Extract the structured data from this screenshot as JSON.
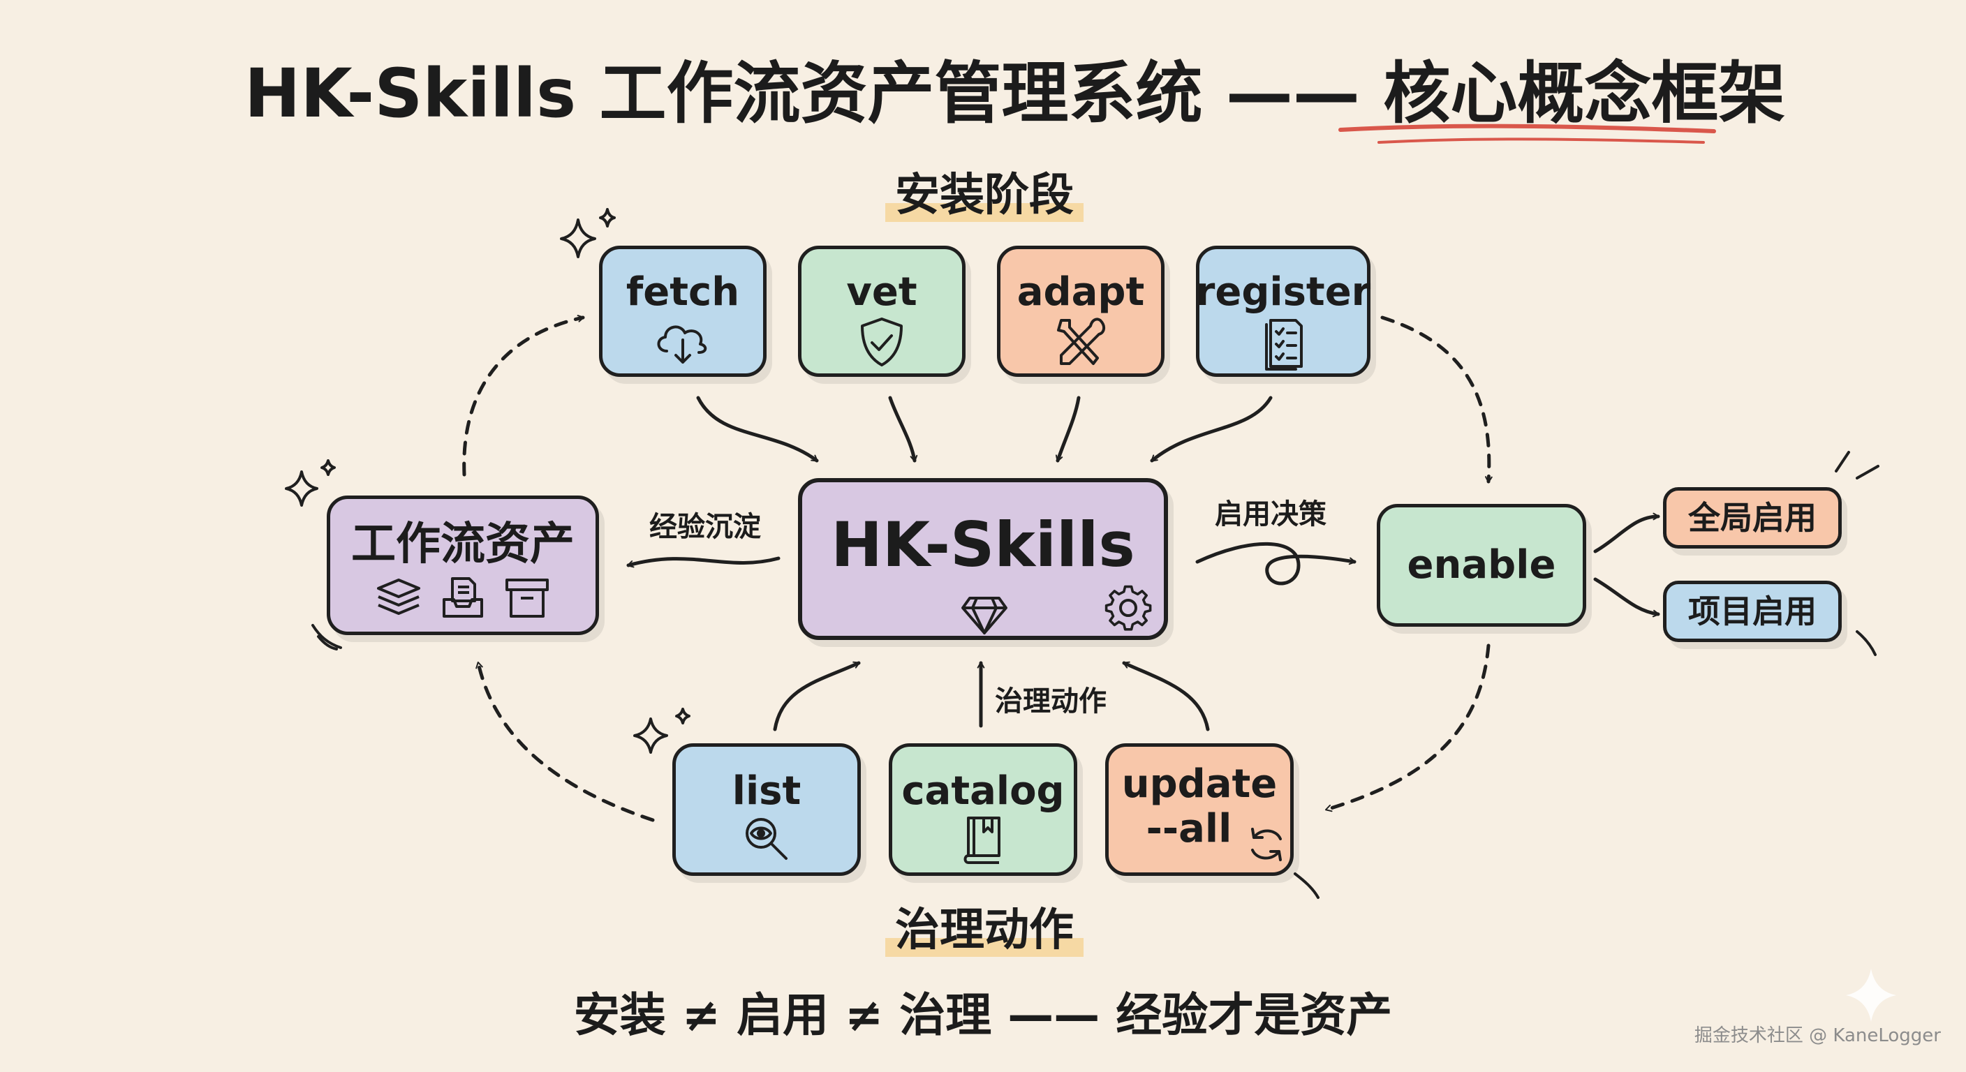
{
  "title": "HK-Skills 工作流资产管理系统 —— 核心概念框架",
  "install_stage": {
    "label": "安装阶段",
    "steps": [
      {
        "label": "fetch",
        "icon": "cloud-download-icon",
        "color": "#bcd9ec"
      },
      {
        "label": "vet",
        "icon": "shield-check-icon",
        "color": "#c7e6cf"
      },
      {
        "label": "adapt",
        "icon": "tools-crossed-icon",
        "color": "#f8c7aa"
      },
      {
        "label": "register",
        "icon": "checklist-icon",
        "color": "#bcd9ec"
      }
    ]
  },
  "core": {
    "label": "HK-Skills",
    "icons": [
      "diamond-icon",
      "gear-icon"
    ],
    "color": "#d8c8e2"
  },
  "assets": {
    "label": "工作流资产",
    "icons": [
      "layers-icon",
      "document-inbox-icon",
      "archive-box-icon"
    ],
    "color": "#d8c8e2"
  },
  "enable": {
    "label": "enable",
    "color": "#c7e6cf",
    "options": [
      {
        "label": "全局启用",
        "color": "#f8c7aa"
      },
      {
        "label": "项目启用",
        "color": "#bcd9ec"
      }
    ]
  },
  "edges": {
    "experience": "经验沉淀",
    "enable_decision": "启用决策",
    "governance": "治理动作"
  },
  "governance": {
    "label": "治理动作",
    "actions": [
      {
        "label": "list",
        "icon": "search-eye-icon",
        "color": "#bcd9ec"
      },
      {
        "label": "catalog",
        "icon": "book-icon",
        "color": "#c7e6cf"
      },
      {
        "label": "update",
        "label2": "--all",
        "icon": "refresh-icon",
        "color": "#f8c7aa"
      }
    ]
  },
  "footer": "安装 ≠ 启用 ≠ 治理 —— 经验才是资产",
  "watermark": "掘金技术社区 @ KaneLogger"
}
